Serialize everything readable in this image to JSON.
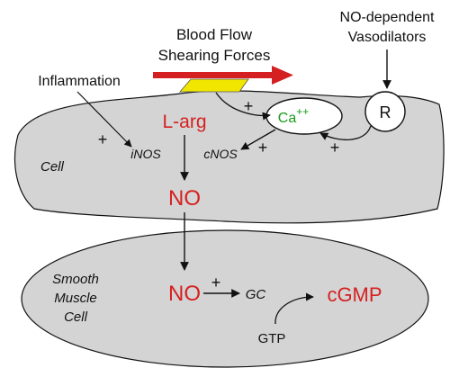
{
  "labels": {
    "blood_flow_line1": "Blood Flow",
    "blood_flow_line2": "Shearing Forces",
    "vasodilators_line1": "NO-dependent",
    "vasodilators_line2": "Vasodilators",
    "inflammation": "Inflammation",
    "receptor": "R",
    "calcium": "Ca",
    "calcium_charge": "++",
    "larg": "L-arg",
    "inos": "iNOS",
    "cnos": "cNOS",
    "cell": "Cell",
    "no_endothelial": "NO",
    "smooth_line1": "Smooth",
    "smooth_line2": "Muscle",
    "smooth_line3": "Cell",
    "no_smooth": "NO",
    "gc": "GC",
    "cgmp": "cGMP",
    "gtp": "GTP",
    "plus_inflammation": "+",
    "plus_shear": "+",
    "plus_cnos": "+",
    "plus_receptor": "+",
    "plus_gc": "+"
  },
  "colors": {
    "red_text": "#d62020",
    "green_text": "#1a9a1a",
    "cell_fill": "#d4d4d4",
    "outline": "#111111",
    "mechanosensor": "#f0e600",
    "flow_arrow": "#d42020"
  }
}
